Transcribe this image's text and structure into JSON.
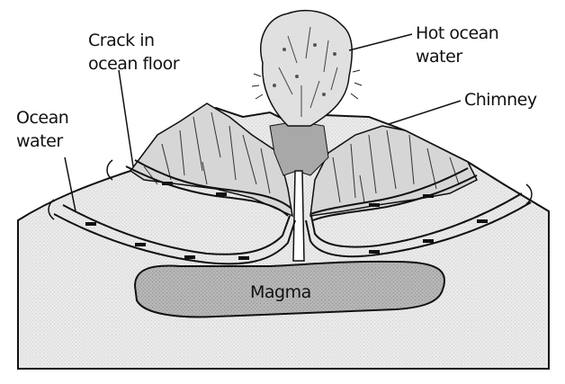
{
  "labels": {
    "crack_line1": "Crack in",
    "crack_line2": "ocean floor",
    "hot_line1": "Hot ocean",
    "hot_line2": "water",
    "ocean_line1": "Ocean",
    "ocean_line2": "water",
    "chimney": "Chimney",
    "magma": "Magma"
  },
  "colors": {
    "seafloor": "#e6e6e6",
    "magma": "#a9a9a9",
    "outline": "#111111",
    "plume": "#dcdcdc"
  }
}
